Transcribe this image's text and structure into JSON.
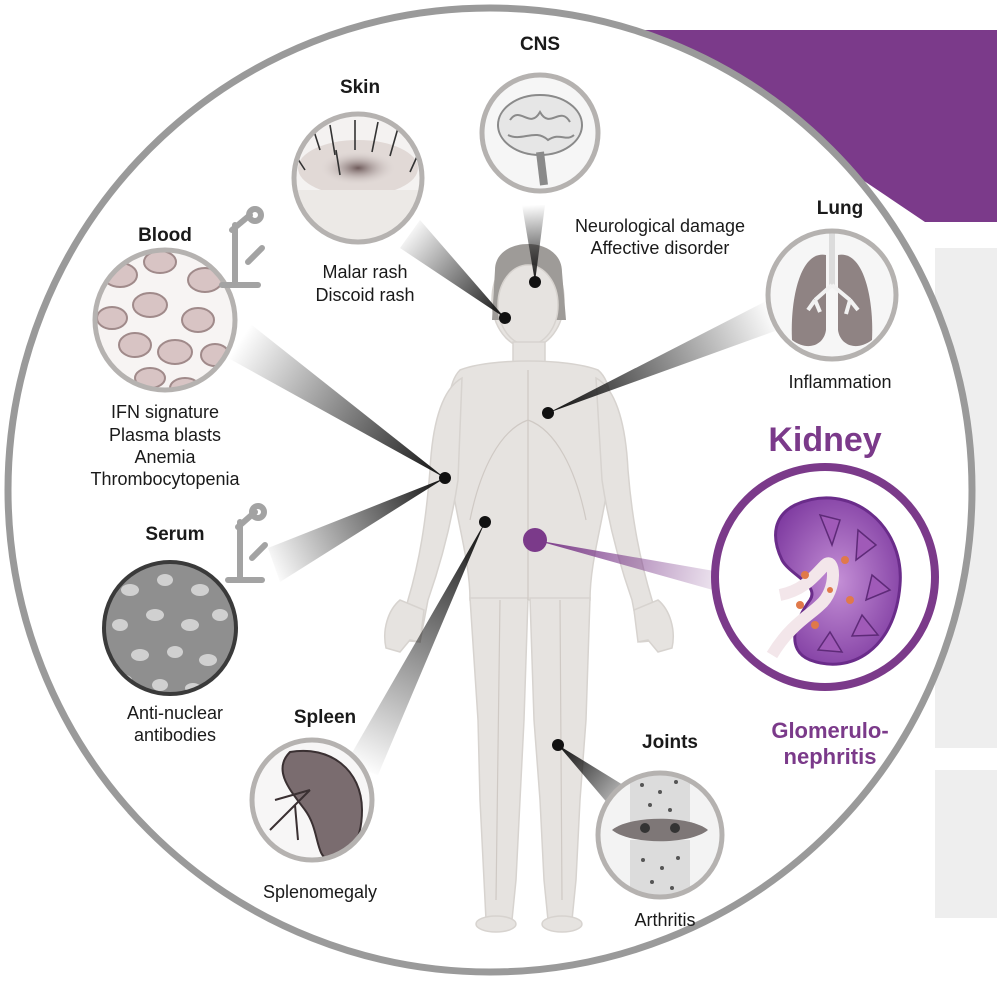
{
  "organs": {
    "cns": {
      "title": "CNS",
      "findings": [
        "Neurological damage",
        "Affective disorder"
      ]
    },
    "skin": {
      "title": "Skin",
      "findings": [
        "Malar rash",
        "Discoid rash"
      ]
    },
    "blood": {
      "title": "Blood",
      "findings": [
        "IFN signature",
        "Plasma blasts",
        "Anemia",
        "Thrombocytopenia"
      ]
    },
    "lung": {
      "title": "Lung",
      "findings": [
        "Inflammation"
      ]
    },
    "kidney": {
      "title": "Kidney",
      "findings": [
        "Glomerulo-",
        "nephritis"
      ]
    },
    "serum": {
      "title": "Serum",
      "findings": [
        "Anti-nuclear",
        "antibodies"
      ]
    },
    "spleen": {
      "title": "Spleen",
      "findings": [
        "Splenomegaly"
      ]
    },
    "joints": {
      "title": "Joints",
      "findings": [
        "Arthritis"
      ]
    }
  },
  "colors": {
    "accent_purple": "#7b3a8a",
    "kidney_fill": "#9b59b6",
    "circle_border": "#9a9a9a",
    "body_fill": "#e6e3e0",
    "dark_line": "#111111",
    "panel_grey": "#eeeeee"
  }
}
